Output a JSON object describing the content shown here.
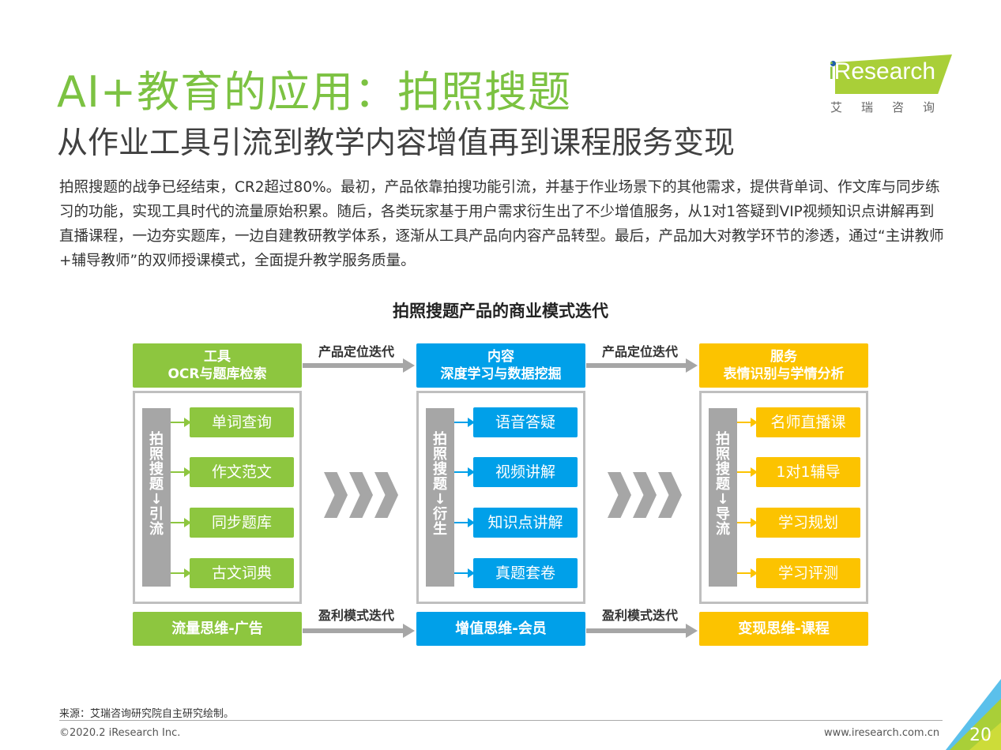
{
  "header": {
    "title": "AI+教育的应用：拍照搜题",
    "subtitle": "从作业工具引流到教学内容增值再到课程服务变现"
  },
  "logo": {
    "brand_i": "i",
    "brand_rest": "Research",
    "cn": "艾瑞咨询"
  },
  "body_text": "拍照搜题的战争已经结束，CR2超过80%。最初，产品依靠拍搜功能引流，并基于作业场景下的其他需求，提供背单词、作文库与同步练习的功能，实现工具时代的流量原始积累。随后，各类玩家基于用户需求衍生出了不少增值服务，从1对1答疑到VIP视频知识点讲解再到直播课程，一边夯实题库，一边自建教研教学体系，逐渐从工具产品向内容产品转型。最后，产品加大对教学环节的渗透，通过“主讲教师+辅导教师”的双师授课模式，全面提升教学服务质量。",
  "diagram": {
    "title": "拍照搜题产品的商业模式迭代",
    "top_arrow_label": "产品定位迭代",
    "bottom_arrow_label": "盈利模式迭代",
    "columns": [
      {
        "color": "#8dc63f",
        "line1": "工具",
        "line2": "OCR与题库检索",
        "side": "拍照搜题↓引流",
        "items": [
          "单词查询",
          "作文范文",
          "同步题库",
          "古文词典"
        ],
        "footer": "流量思维-广告"
      },
      {
        "color": "#00a0e9",
        "line1": "内容",
        "line2": "深度学习与数据挖掘",
        "side": "拍照搜题↓衍生",
        "items": [
          "语音答疑",
          "视频讲解",
          "知识点讲解",
          "真题套卷"
        ],
        "footer": "增值思维-会员"
      },
      {
        "color": "#fcc300",
        "line1": "服务",
        "line2": "表情识别与学情分析",
        "side": "拍照搜题↓导流",
        "items": [
          "名师直播课",
          "1对1辅导",
          "学习规划",
          "学习评测"
        ],
        "footer": "变现思维-课程"
      }
    ]
  },
  "footer": {
    "source": "来源：艾瑞咨询研究院自主研究绘制。",
    "copyright": "©2020.2 iResearch Inc.",
    "url": "www.iresearch.com.cn",
    "page": "20"
  }
}
